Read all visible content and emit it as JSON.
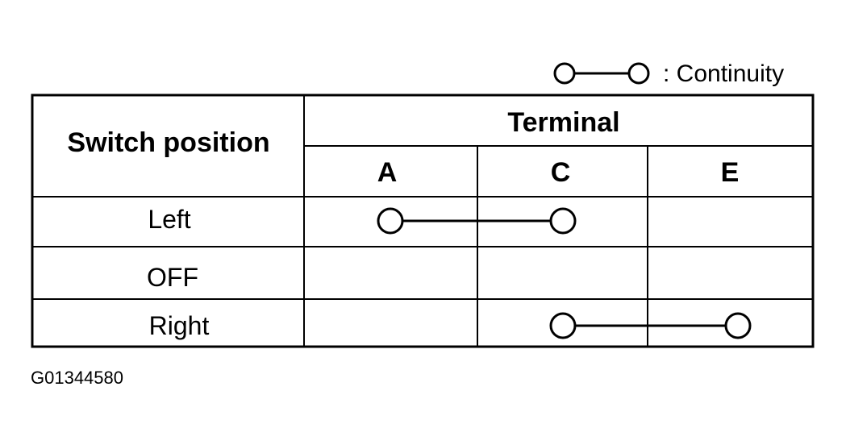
{
  "legend": {
    "label": ": Continuity"
  },
  "table": {
    "header_switch": "Switch position",
    "header_terminal": "Terminal",
    "terminals": [
      "A",
      "C",
      "E"
    ],
    "rows": [
      {
        "label": "Left",
        "connected": [
          "A",
          "C"
        ]
      },
      {
        "label": "OFF",
        "connected": []
      },
      {
        "label": "Right",
        "connected": [
          "C",
          "E"
        ]
      }
    ]
  },
  "figure_id": "G01344580",
  "colors": {
    "line": "#000000",
    "background": "#ffffff"
  }
}
